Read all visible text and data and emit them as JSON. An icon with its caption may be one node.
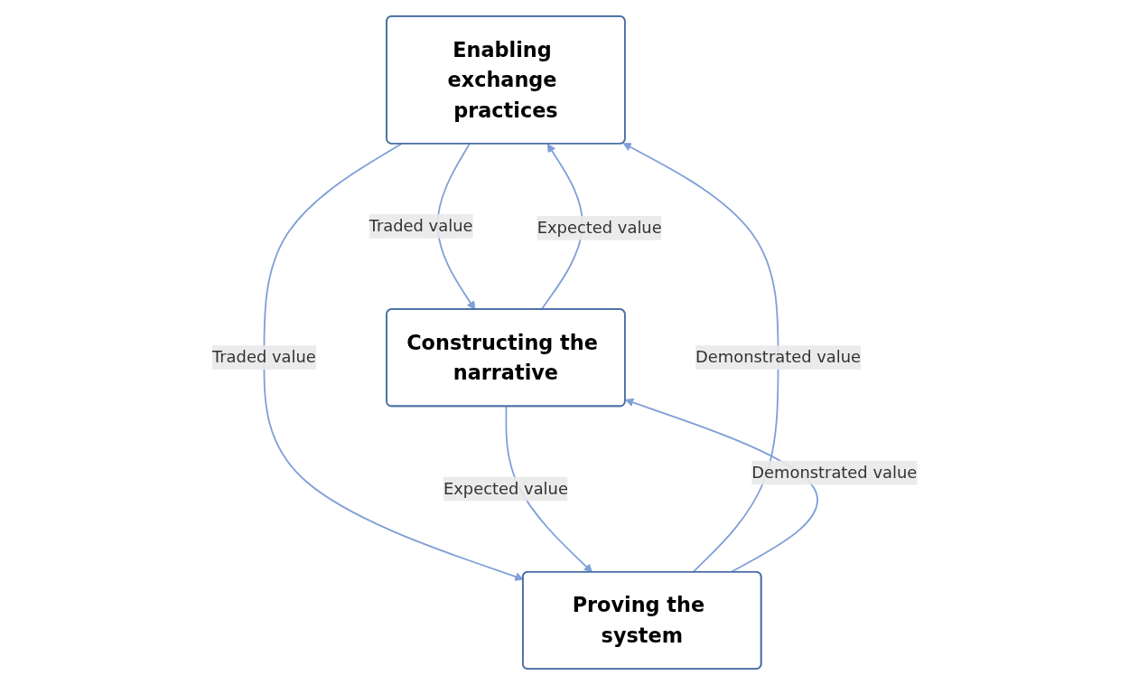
{
  "diagram": {
    "nodes": [
      {
        "text": [
          "Enabling exchange practices"
        ]
      },
      {
        "text": [
          "Constructing the narrative"
        ]
      },
      {
        "text": [
          "Proving the system"
        ]
      }
    ],
    "edges": [
      {
        "from": 0,
        "to": 1,
        "arrow": "to",
        "label": "Traded value"
      },
      {
        "from": 1,
        "to": 0,
        "arrow": "to",
        "label": "Expected value"
      },
      {
        "from": 0,
        "to": 2,
        "arrow": "to",
        "label": "Traded value"
      },
      {
        "from": 2,
        "to": 0,
        "arrow": "to",
        "label": "Demonstrated value"
      },
      {
        "from": 2,
        "to": 1,
        "arrow": "to",
        "label": "Demonstrated value"
      },
      {
        "from": 1,
        "to": 2,
        "arrow": "to",
        "label": "Expected value"
      }
    ]
  }
}
